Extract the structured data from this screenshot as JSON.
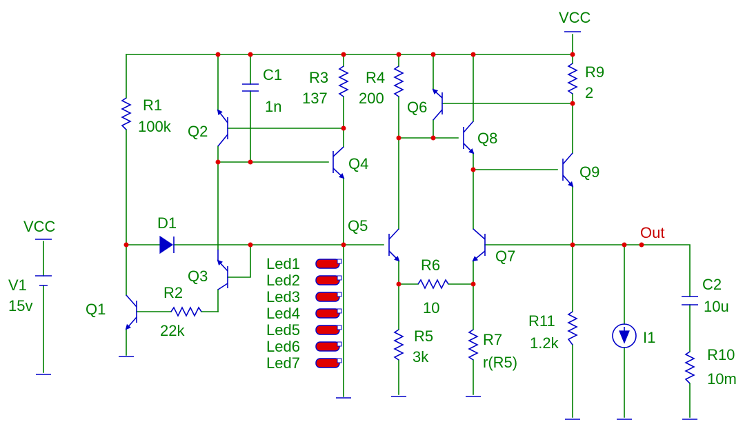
{
  "labels": {
    "vcc_top": "VCC",
    "vcc_left": "VCC",
    "v1_name": "V1",
    "v1_value": "15v",
    "r1_name": "R1",
    "r1_value": "100k",
    "r2_name": "R2",
    "r2_value": "22k",
    "r3_name": "R3",
    "r3_value": "137",
    "r4_name": "R4",
    "r4_value": "200",
    "r5_name": "R5",
    "r5_value": "3k",
    "r6_name": "R6",
    "r6_value": "10",
    "r7_name": "R7",
    "r7_value": "r(R5)",
    "r9_name": "R9",
    "r9_value": "2",
    "r10_name": "R10",
    "r10_value": "10m",
    "r11_name": "R11",
    "r11_value": "1.2k",
    "c1_name": "C1",
    "c1_value": "1n",
    "c2_name": "C2",
    "c2_value": "10u",
    "d1_name": "D1",
    "i1_name": "I1",
    "q1": "Q1",
    "q2": "Q2",
    "q3": "Q3",
    "q4": "Q4",
    "q5": "Q5",
    "q6": "Q6",
    "q7": "Q7",
    "q8": "Q8",
    "q9": "Q9",
    "out": "Out",
    "leds": [
      "Led1",
      "Led2",
      "Led3",
      "Led4",
      "Led5",
      "Led6",
      "Led7"
    ]
  },
  "colors": {
    "wire": "#008000",
    "component": "#0000c8",
    "junction": "#e00000",
    "out_label": "#c80000"
  }
}
